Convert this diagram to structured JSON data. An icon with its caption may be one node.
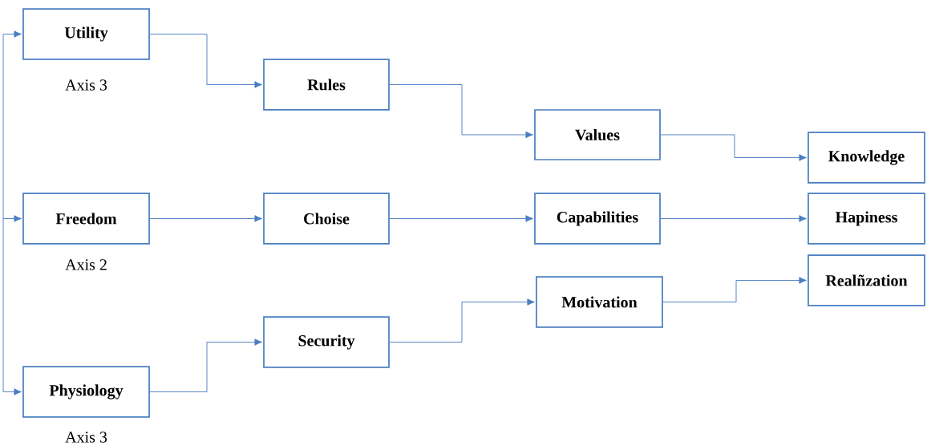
{
  "diagram": {
    "nodes": [
      {
        "text": [
          "Utility"
        ],
        "beside": [
          "Axis 3"
        ]
      },
      {
        "text": [
          "Rules"
        ]
      },
      {
        "text": [
          "Values"
        ]
      },
      {
        "text": [
          "Knowledge"
        ]
      },
      {
        "text": [
          "Freedom"
        ],
        "beside": [
          "Axis 2"
        ]
      },
      {
        "text": [
          "Choise"
        ]
      },
      {
        "text": [
          "Capabilities"
        ]
      },
      {
        "text": [
          "Hapiness"
        ]
      },
      {
        "text": [
          "Realñzation"
        ]
      },
      {
        "text": [
          "Motivation"
        ]
      },
      {
        "text": [
          "Security"
        ]
      },
      {
        "text": [
          "Physiology"
        ],
        "beside": [
          "Axis 3"
        ]
      }
    ],
    "edges": [
      {
        "from": null,
        "to": 0,
        "arrow": "to"
      },
      {
        "from": null,
        "to": 4,
        "arrow": "to"
      },
      {
        "from": null,
        "to": 11,
        "arrow": "to"
      },
      {
        "from": 0,
        "to": 1,
        "arrow": "to"
      },
      {
        "from": 1,
        "to": 2,
        "arrow": "to"
      },
      {
        "from": 2,
        "to": 3,
        "arrow": "to"
      },
      {
        "from": 4,
        "to": 5,
        "arrow": "to"
      },
      {
        "from": 5,
        "to": 6,
        "arrow": "to"
      },
      {
        "from": 6,
        "to": 7,
        "arrow": "to"
      },
      {
        "from": 11,
        "to": 10,
        "arrow": "to"
      },
      {
        "from": 10,
        "to": 9,
        "arrow": "to"
      },
      {
        "from": 9,
        "to": 8,
        "arrow": "to"
      }
    ]
  }
}
